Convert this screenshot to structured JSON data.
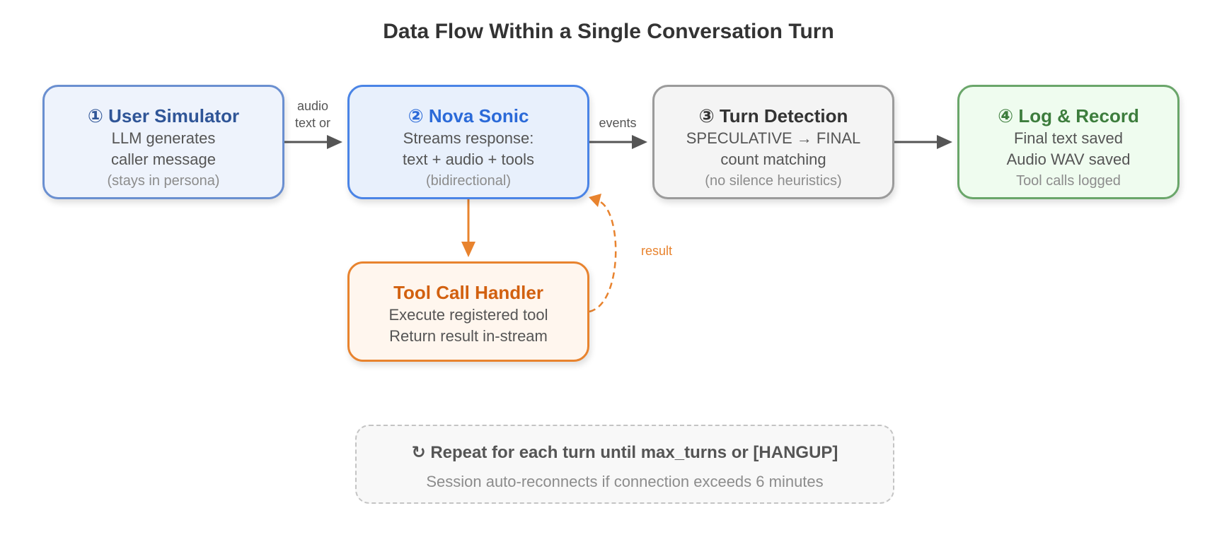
{
  "title": "Data Flow Within a Single Conversation Turn",
  "nodes": {
    "user": {
      "title": "① User Simulator",
      "lines": [
        "LLM generates",
        "caller message"
      ],
      "note": "(stays in persona)"
    },
    "nova": {
      "title": "② Nova Sonic",
      "lines": [
        "Streams response:",
        "text + audio + tools"
      ],
      "note": "(bidirectional)"
    },
    "turn": {
      "title": "③ Turn Detection",
      "lines": [
        "SPECULATIVE → FINAL",
        "count matching"
      ],
      "note": "(no silence heuristics)"
    },
    "log": {
      "title": "④ Log & Record",
      "lines": [
        "Final text saved",
        "Audio WAV saved"
      ],
      "note": "Tool calls logged"
    },
    "tool": {
      "title": "Tool Call Handler",
      "lines": [
        "Execute registered tool",
        "Return result in-stream"
      ]
    }
  },
  "edges": {
    "user_to_nova": [
      "audio",
      "text or"
    ],
    "nova_to_turn": "events",
    "tool_to_nova": "result"
  },
  "footer": {
    "title": "↻ Repeat for each turn until max_turns or [HANGUP]",
    "subtitle": "Session auto-reconnects if connection exceeds 6 minutes"
  },
  "colors": {
    "arrow": "#555555",
    "tool_accent": "#e8832e",
    "user_accent": "#2f5597",
    "nova_accent": "#2b6ad8",
    "log_accent": "#3d7d3d"
  }
}
